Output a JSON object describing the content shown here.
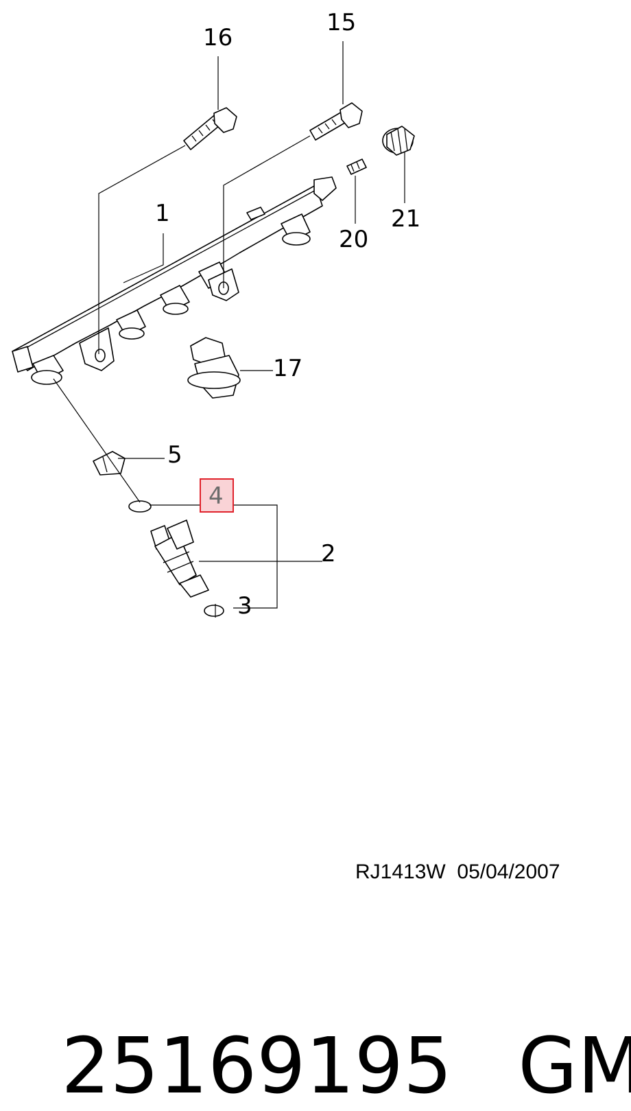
{
  "callouts": {
    "c1": "1",
    "c2": "2",
    "c3": "3",
    "c4": "4",
    "c5": "5",
    "c15": "15",
    "c16": "16",
    "c17": "17",
    "c20": "20",
    "c21": "21"
  },
  "highlight": {
    "callout": "4",
    "fill": "#f9d3d6",
    "stroke": "#e0222b"
  },
  "footer": {
    "reference": "RJ1413W  05/04/2007",
    "part_number": "25169195",
    "brand": "GM"
  }
}
